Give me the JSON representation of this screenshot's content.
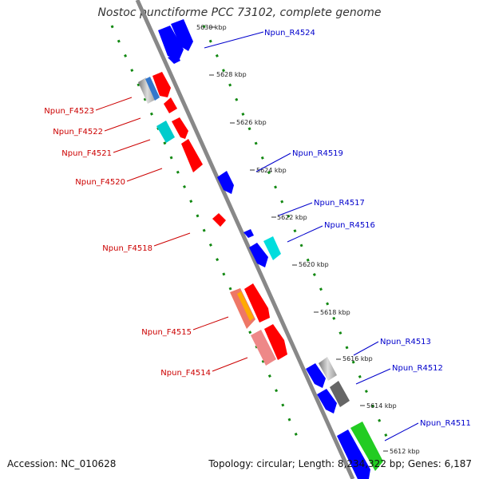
{
  "title": "Nostoc punctiforme PCC 73102, complete genome",
  "accession": "Accession: NC_010628",
  "summary": "Topology: circular; Length: 8,234,322 bp; Genes: 6,187",
  "kbp_labels": [
    "5630 kbp",
    "5628 kbp",
    "5626 kbp",
    "5624 kbp",
    "5622 kbp",
    "5620 kbp",
    "5618 kbp",
    "5616 kbp",
    "5614 kbp",
    "5612 kbp"
  ],
  "colors": {
    "forward_label": "#cc0000",
    "reverse_label": "#0000cc",
    "forward_gene": "#ff0000",
    "reverse_gene": "#0000ff",
    "backbone": "#888888",
    "tick_dots": "#118811"
  },
  "reverse_genes": [
    "Npun_R4524",
    "Npun_R4519",
    "Npun_R4517",
    "Npun_R4516",
    "Npun_R4513",
    "Npun_R4512",
    "Npun_R4511"
  ],
  "forward_genes": [
    "Npun_F4523",
    "Npun_F4522",
    "Npun_F4521",
    "Npun_F4520",
    "Npun_F4518",
    "Npun_F4515",
    "Npun_F4514"
  ]
}
